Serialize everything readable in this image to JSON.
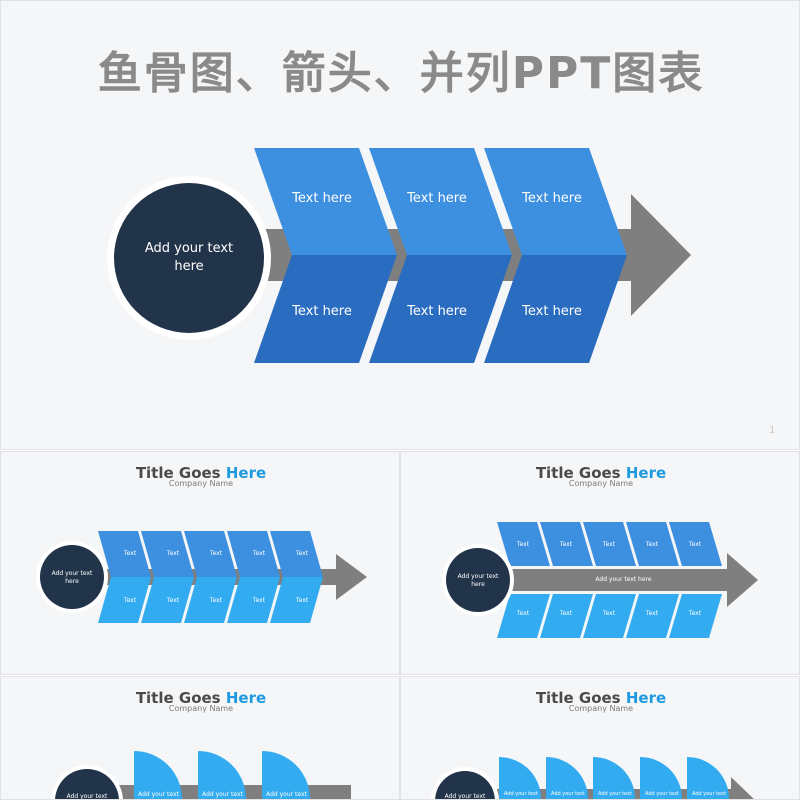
{
  "banner_title": "鱼骨图、箭头、并列PPT图表",
  "colors": {
    "navy": "#22344a",
    "blue_top": "#3d8fe0",
    "blue_bottom": "#2a6cc0",
    "cyan": "#33abf0",
    "grey": "#7f7f7f",
    "background": "#f5f6f8"
  },
  "slide1": {
    "circle_text": "Add your text here",
    "top_labels": [
      "Text here",
      "Text here",
      "Text here"
    ],
    "bottom_labels": [
      "Text here",
      "Text here",
      "Text here"
    ],
    "page_number": "1"
  },
  "slide2": {
    "title": "Title Goes",
    "title_highlight": "Here",
    "subtitle": "Company Name",
    "circle_text": "Add your text here",
    "top_labels": [
      "Text",
      "Text",
      "Text",
      "Text",
      "Text"
    ],
    "bottom_labels": [
      "Text",
      "Text",
      "Text",
      "Text",
      "Text"
    ]
  },
  "slide3": {
    "title": "Title Goes",
    "title_highlight": "Here",
    "subtitle": "Company Name",
    "circle_text": "Add your text here",
    "bar_text": "Add your text here",
    "top_labels": [
      "Text",
      "Text",
      "Text",
      "Text",
      "Text"
    ],
    "bottom_labels": [
      "Text",
      "Text",
      "Text",
      "Text",
      "Text"
    ]
  },
  "slide4": {
    "title": "Title Goes",
    "title_highlight": "Here",
    "subtitle": "Company Name",
    "circle_text": "Add your text",
    "labels": [
      "Add your text",
      "Add your text",
      "Add your text"
    ]
  },
  "slide5": {
    "title": "Title Goes",
    "title_highlight": "Here",
    "subtitle": "Company Name",
    "circle_text": "Add your text",
    "labels": [
      "Add your text",
      "Add your text",
      "Add your text",
      "Add your text",
      "Add your text"
    ]
  }
}
